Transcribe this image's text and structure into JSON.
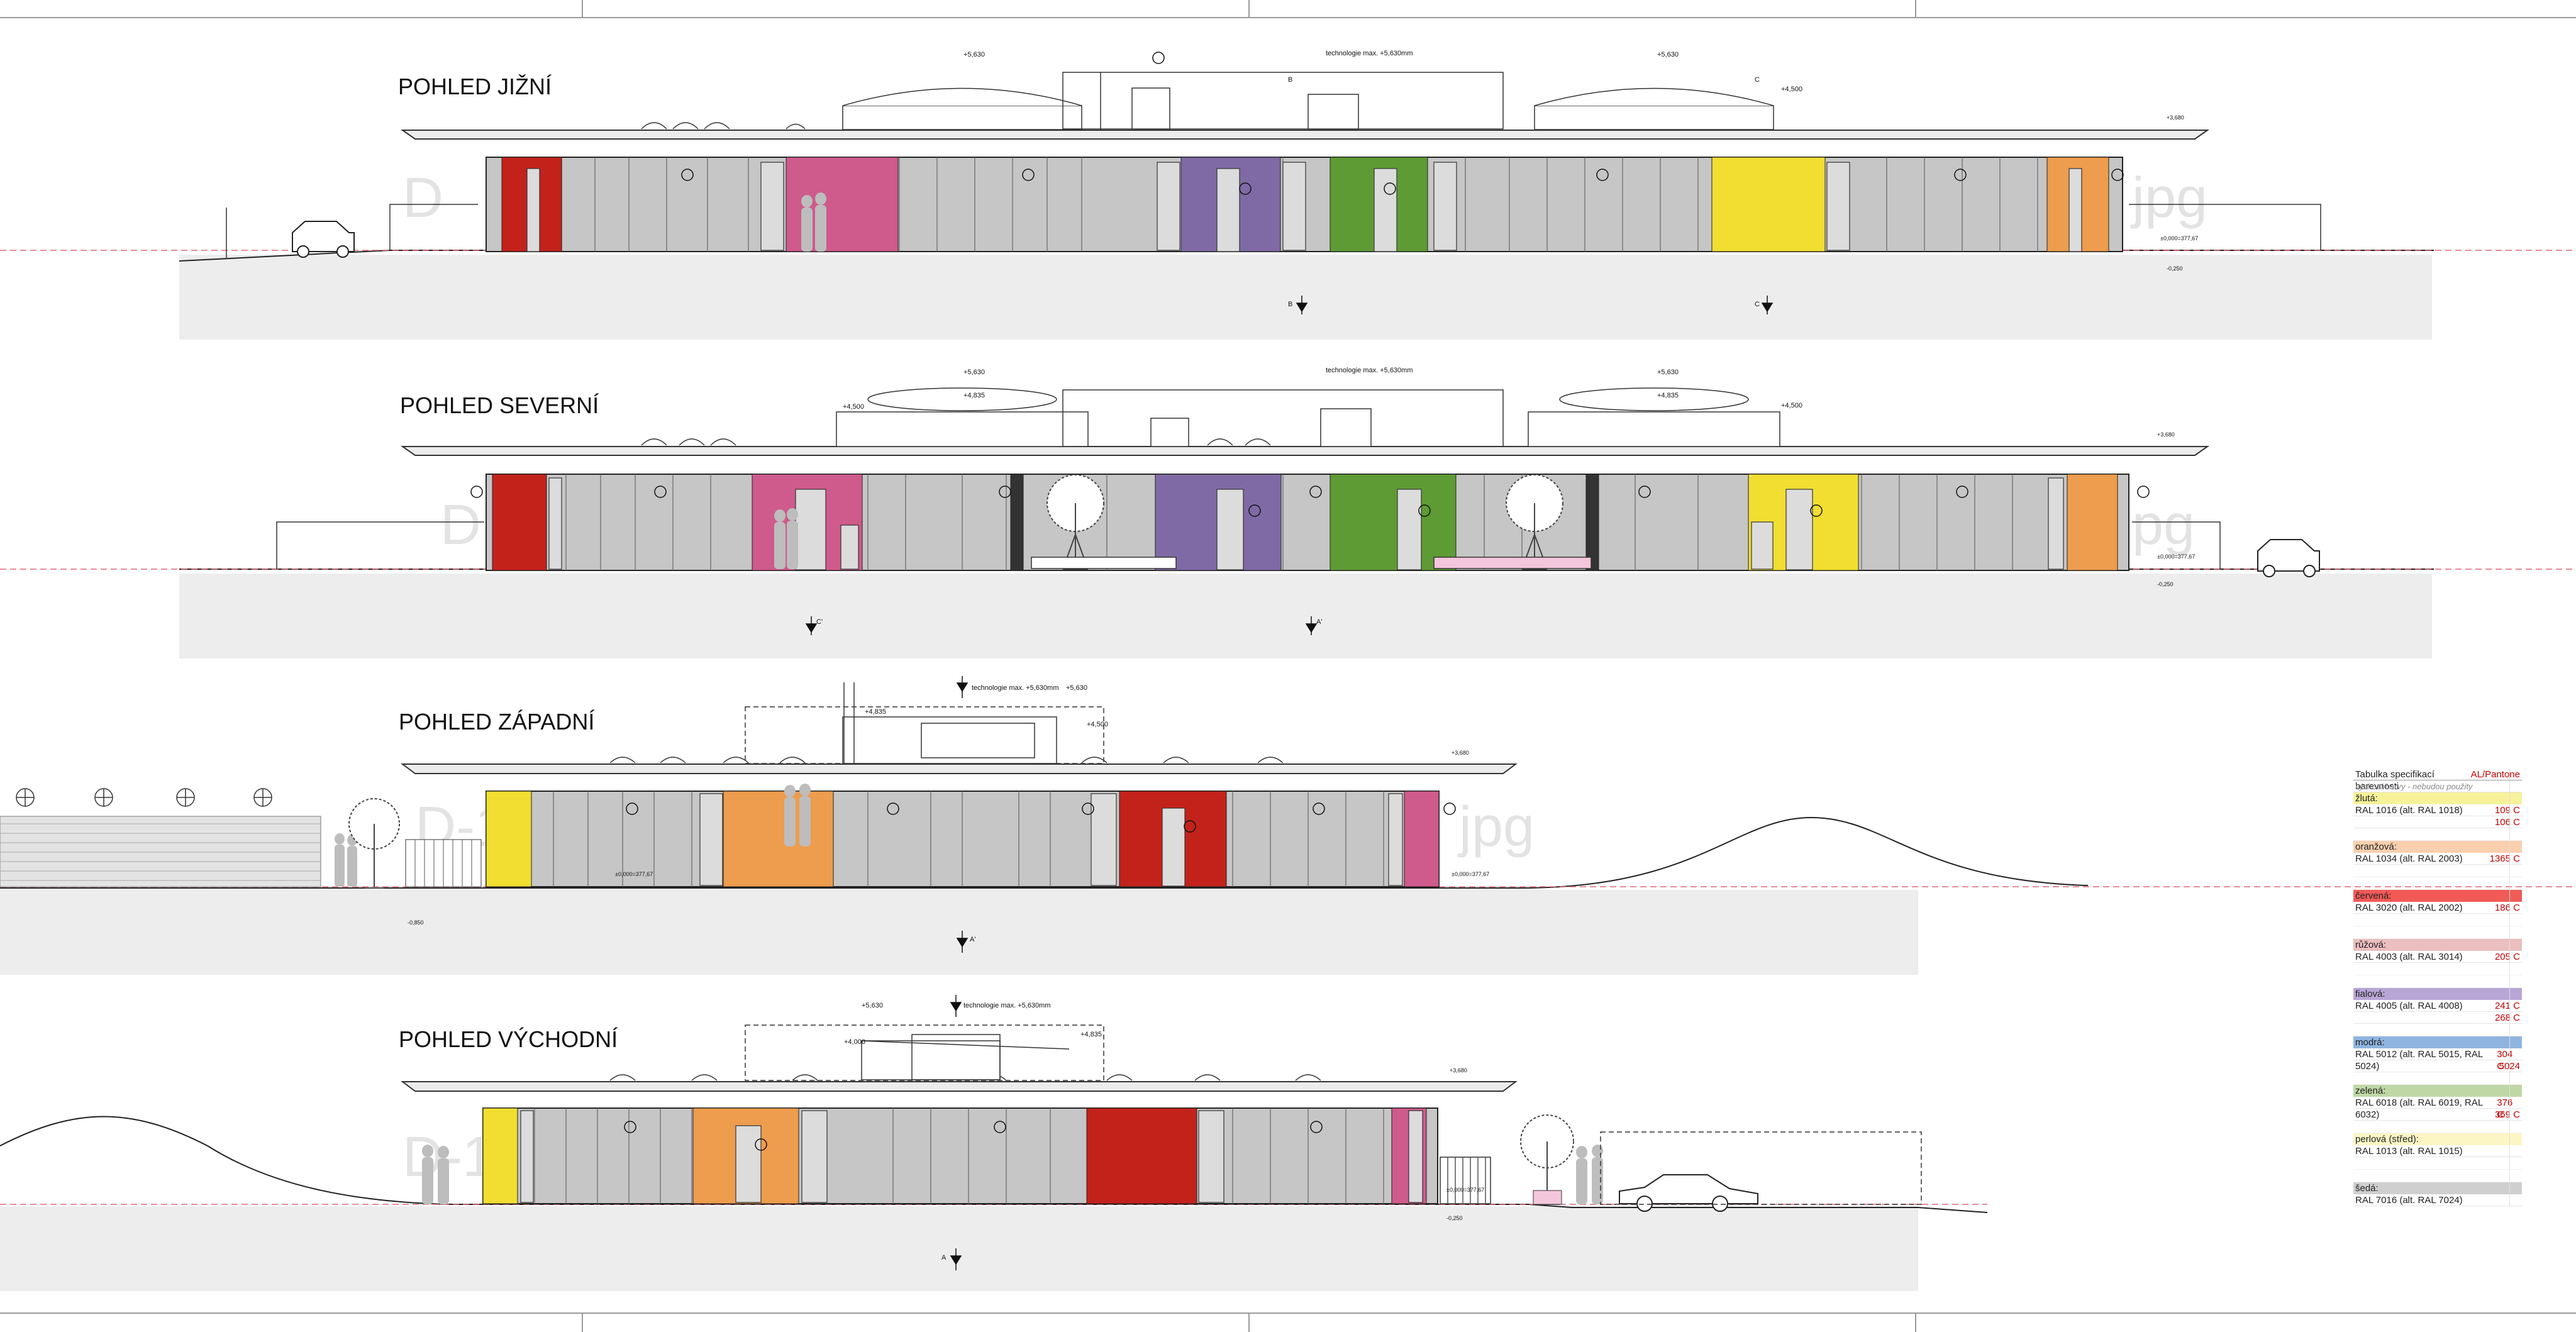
{
  "elevations": [
    {
      "title": "POHLED JIŽNÍ",
      "annotations": {
        "roof_level": "+5,630",
        "technology": "technologie max. +5,630mm",
        "tower_level": "+4,500",
        "eave": "+3,680",
        "floor": "±0,000=377,67",
        "ground": "-0,250",
        "section_b": "B",
        "section_c": "C"
      }
    },
    {
      "title": "POHLED SEVERNÍ",
      "annotations": {
        "roof_level": "+5,630",
        "technology": "technologie max. +5,630mm",
        "tower_level": "+4,835",
        "side_level": "+4,500",
        "eave": "+3,680",
        "floor": "±0,000=377,67",
        "ground": "-0,250",
        "section_a": "A'",
        "section_c": "C'"
      }
    },
    {
      "title": "POHLED ZÁPADNÍ",
      "annotations": {
        "roof_level": "+5,630",
        "technology": "technologie max. +5,630mm",
        "tower_level": "+4,835",
        "side_level": "+4,500",
        "eave": "+3,680",
        "floor": "±0,000=377,67",
        "ground": "-0,850",
        "section_a": "A'"
      }
    },
    {
      "title": "POHLED VÝCHODNÍ",
      "annotations": {
        "roof_level": "+5,630",
        "technology": "technologie max. +5,630mm",
        "tower_level": "+4,835",
        "side_level": "+4,000",
        "eave": "+3,680",
        "floor": "±0,000=377,67",
        "ground": "-0,250",
        "section_a": "A"
      }
    }
  ],
  "watermarks": [
    "D",
    "jpg",
    "D",
    "pg",
    "D-1",
    "jpg",
    "D-1"
  ],
  "color_table": {
    "title": "Tabulka specifikací barevnosti",
    "column_header": "AL/Pantone",
    "note": "výchozí barvy - nebudou použity",
    "groups": [
      {
        "name": "žlutá:",
        "band_color": "#f7f29a",
        "ral": "RAL 1016 (alt. RAL 1018)",
        "pantone": [
          "109 C",
          "106 C"
        ]
      },
      {
        "name": "oranžová:",
        "band_color": "#f9cfae",
        "ral": "RAL 1034 (alt. RAL 2003)",
        "pantone": [
          "1365 C"
        ]
      },
      {
        "name": "červená:",
        "band_color": "#f25a56",
        "ral": "RAL 3020 (alt. RAL 2002)",
        "pantone": [
          "186 C"
        ]
      },
      {
        "name": "růžová:",
        "band_color": "#ebbec0",
        "ral": "RAL 4003 (alt. RAL 3014)",
        "pantone": [
          "205 C"
        ]
      },
      {
        "name": "fialová:",
        "band_color": "#b8a6d6",
        "ral": "RAL 4005 (alt. RAL 4008)",
        "pantone": [
          "241 C",
          "268 C"
        ]
      },
      {
        "name": "modrá:",
        "band_color": "#8fb4e0",
        "ral": "RAL 5012 (alt. RAL 5015, RAL 5024)",
        "pantone": [
          "304 C",
          "5024"
        ]
      },
      {
        "name": "zelená:",
        "band_color": "#bfd7a5",
        "ral": "RAL 6018 (alt. RAL 6019, RAL 6032)",
        "pantone": [
          "376 C",
          "369 C"
        ]
      },
      {
        "name": "perlová (střed):",
        "band_color": "#fbf6c4",
        "ral": "RAL 1013 (alt. RAL 1015)",
        "pantone": []
      },
      {
        "name": "šedá:",
        "band_color": "#cfcfcf",
        "ral": "RAL 7016 (alt. RAL 7024)",
        "pantone": []
      }
    ]
  },
  "palette": {
    "panel_gray": "#c6c6c6",
    "ground_fill": "#ededed",
    "red": "#c3221b",
    "pink": "#cf5a8c",
    "purple": "#7f6aa5",
    "green": "#5e9b34",
    "yellow": "#f1de30",
    "orange": "#ee9c4d",
    "level_line": "#e0667a"
  }
}
